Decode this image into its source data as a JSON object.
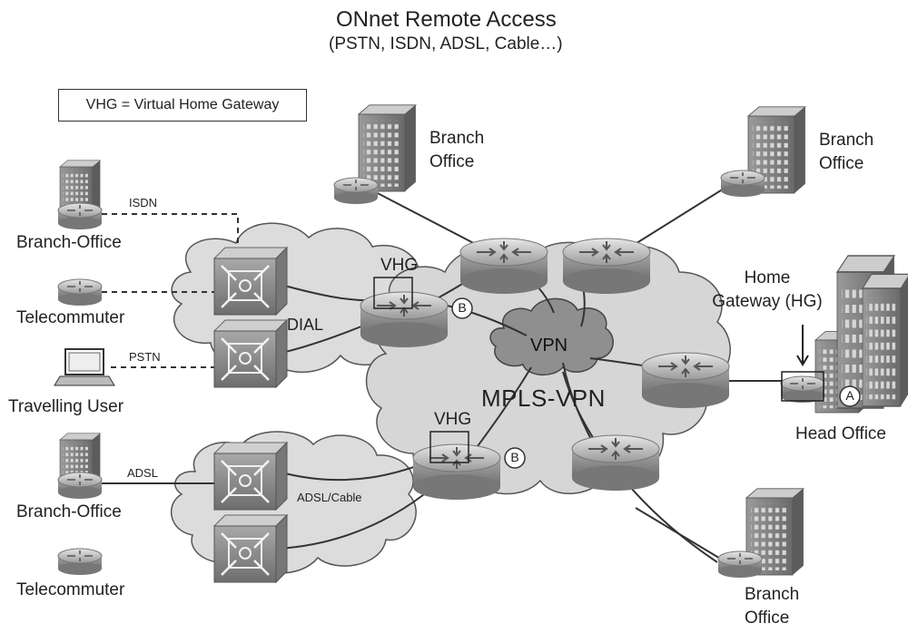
{
  "title": "ONnet Remote Access",
  "subtitle": "(PSTN, ISDN, ADSL, Cable…)",
  "legend": "VHG = Virtual Home Gateway",
  "clouds": {
    "dial": "DIAL",
    "adsl_cable": "ADSL/Cable",
    "mpls": "MPLS-VPN",
    "vpn": "VPN"
  },
  "vhg_labels": [
    "VHG",
    "VHG"
  ],
  "markers": {
    "b1": "B",
    "b2": "B",
    "a": "A"
  },
  "access_links": {
    "isdn": "ISDN",
    "pstn": "PSTN",
    "adsl": "ADSL"
  },
  "endpoints": {
    "branch_office_isdn": "Branch-Office",
    "telecommuter_top": "Telecommuter",
    "travelling_user": "Travelling User",
    "branch_office_adsl": "Branch-Office",
    "telecommuter_bottom": "Telecommuter"
  },
  "sites": {
    "branch_top_left": [
      "Branch",
      "Office"
    ],
    "branch_top_right": [
      "Branch",
      "Office"
    ],
    "branch_bottom": [
      "Branch",
      "Office"
    ],
    "home_gateway": [
      "Home",
      "Gateway (HG)"
    ],
    "head_office": "Head Office"
  },
  "colors": {
    "cloud_light": "#d9d9d9",
    "cloud_dark": "#8c8c8c",
    "device": "#bdbdbd",
    "building": "#8a8a8a",
    "line": "#333333"
  }
}
